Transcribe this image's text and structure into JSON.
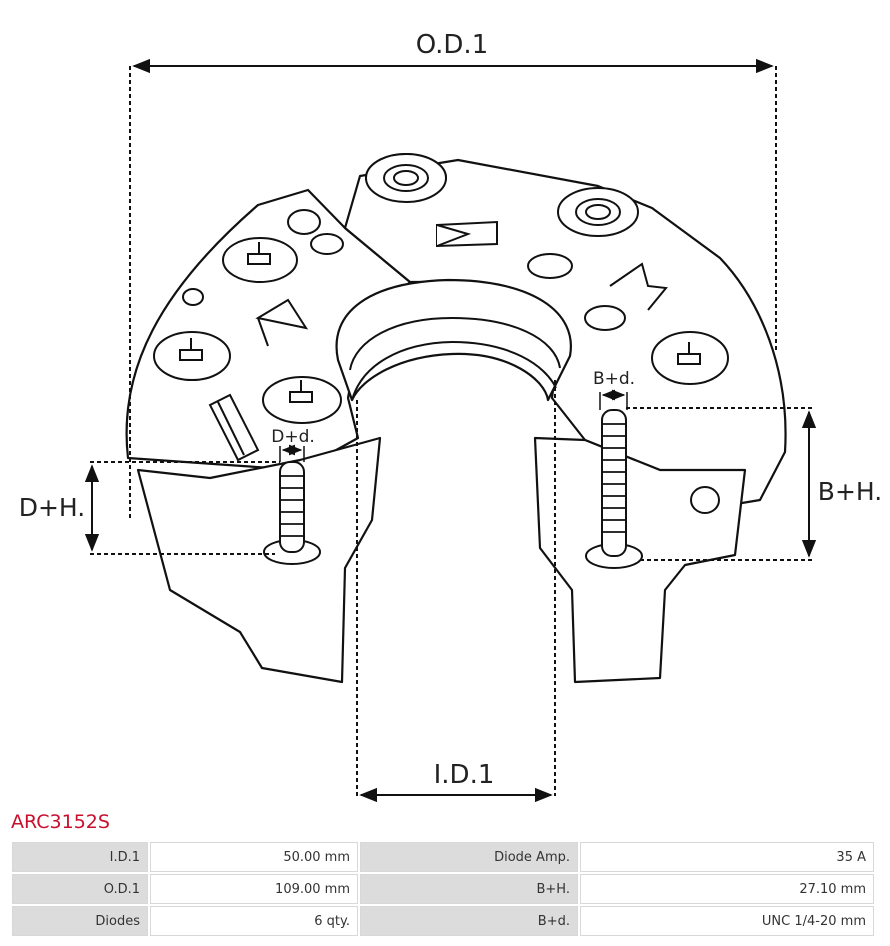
{
  "diagram": {
    "labels": {
      "od1": "O.D.1",
      "id1": "I.D.1",
      "dh": "D+H.",
      "dd": "D+d.",
      "bh": "B+H.",
      "bd": "B+d."
    }
  },
  "part": {
    "number": "ARC3152S"
  },
  "specs": {
    "rows": [
      {
        "k1": "I.D.1",
        "v1": "50.00 mm",
        "k2": "Diode Amp.",
        "v2": "35 A"
      },
      {
        "k1": "O.D.1",
        "v1": "109.00 mm",
        "k2": "B+H.",
        "v2": "27.10 mm"
      },
      {
        "k1": "Diodes",
        "v1": "6 qty.",
        "k2": "B+d.",
        "v2": "UNC 1/4-20 mm"
      }
    ]
  }
}
